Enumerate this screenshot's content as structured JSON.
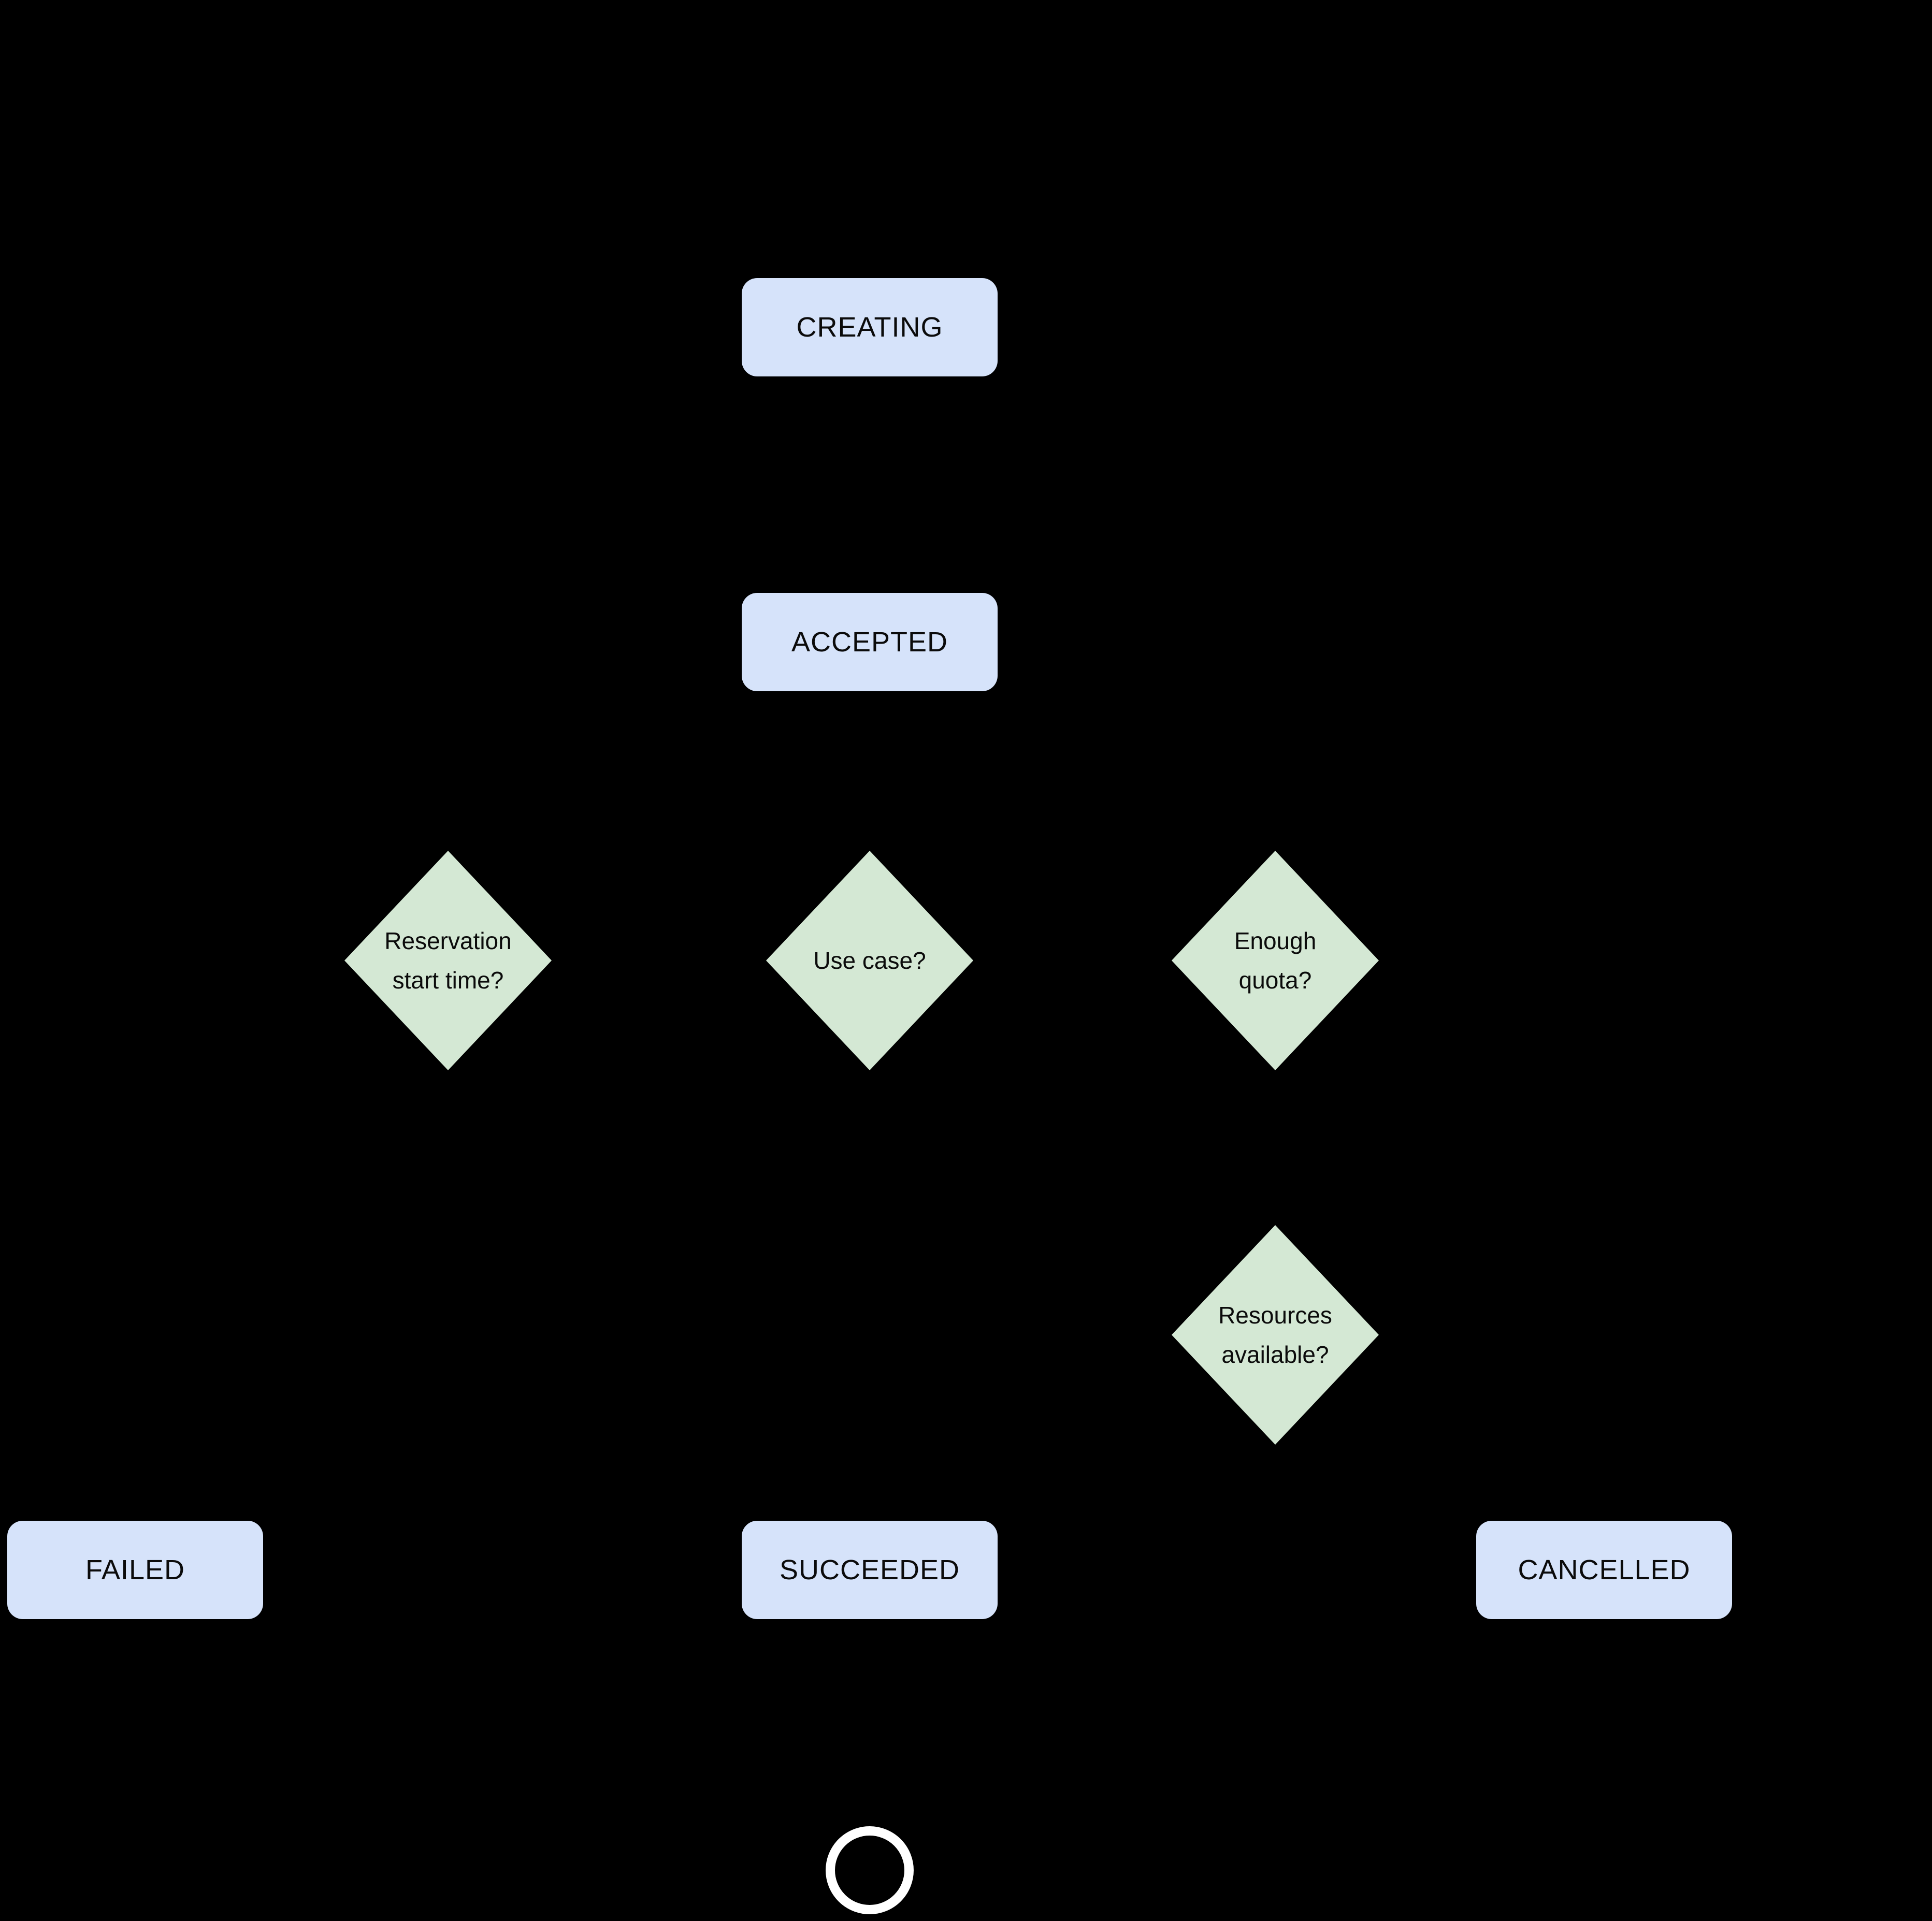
{
  "diagram": {
    "type": "state-flowchart",
    "colors": {
      "background": "#000000",
      "state_fill": "#d6e3fa",
      "decision_fill": "#d4e8d4",
      "text": "#0b0b0b",
      "end_circle": "#ffffff"
    },
    "states": {
      "creating": {
        "label": "CREATING"
      },
      "accepted": {
        "label": "ACCEPTED"
      },
      "failed": {
        "label": "FAILED"
      },
      "succeeded": {
        "label": "SUCCEEDED"
      },
      "cancelled": {
        "label": "CANCELLED"
      }
    },
    "decisions": {
      "reservation_start_time": {
        "lines": [
          "Reservation",
          "start time?"
        ]
      },
      "use_case": {
        "lines": [
          "Use case?"
        ]
      },
      "enough_quota": {
        "lines": [
          "Enough",
          "quota?"
        ]
      },
      "resources_available": {
        "lines": [
          "Resources",
          "available?"
        ]
      }
    },
    "end_node": {
      "name": "end-state"
    }
  }
}
